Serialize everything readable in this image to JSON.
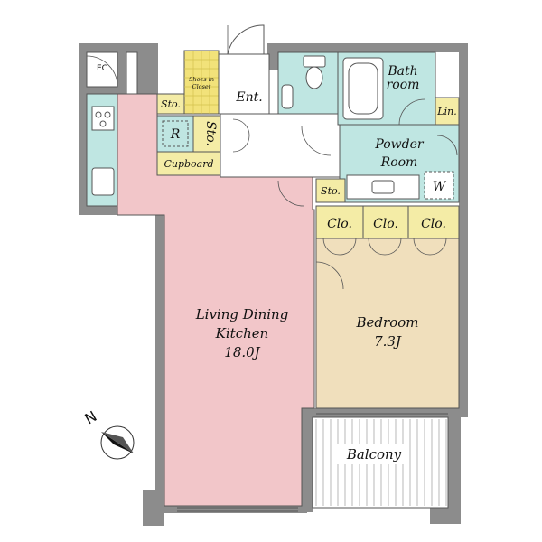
{
  "rooms": {
    "ec": "EC",
    "sto_top": "Sto.",
    "shoes_line1": "Shoes in",
    "shoes_line2": "Closet",
    "ent": "Ent.",
    "bath_line1": "Bath",
    "bath_line2": "room",
    "lin": "Lin.",
    "r": "R",
    "sto_vertical": "Sto.",
    "powder_line1": "Powder",
    "powder_line2": "Room",
    "cupboard": "Cupboard",
    "w": "W",
    "sto_mid": "Sto.",
    "clo1": "Clo.",
    "clo2": "Clo.",
    "clo3": "Clo.",
    "ldk_line1": "Living Dining",
    "ldk_line2": "Kitchen",
    "ldk_size": "18.0J",
    "bedroom": "Bedroom",
    "bedroom_size": "7.3J",
    "balcony": "Balcony"
  },
  "compass": {
    "label": "N"
  },
  "colors": {
    "wall": "#8c8c8c",
    "ldk": "#f2c6c9",
    "bedroom": "#f0dfbc",
    "wet": "#bfe6e2",
    "storage": "#f4eca6",
    "shoes": "#f2e27a",
    "corridor": "#ffffff"
  }
}
